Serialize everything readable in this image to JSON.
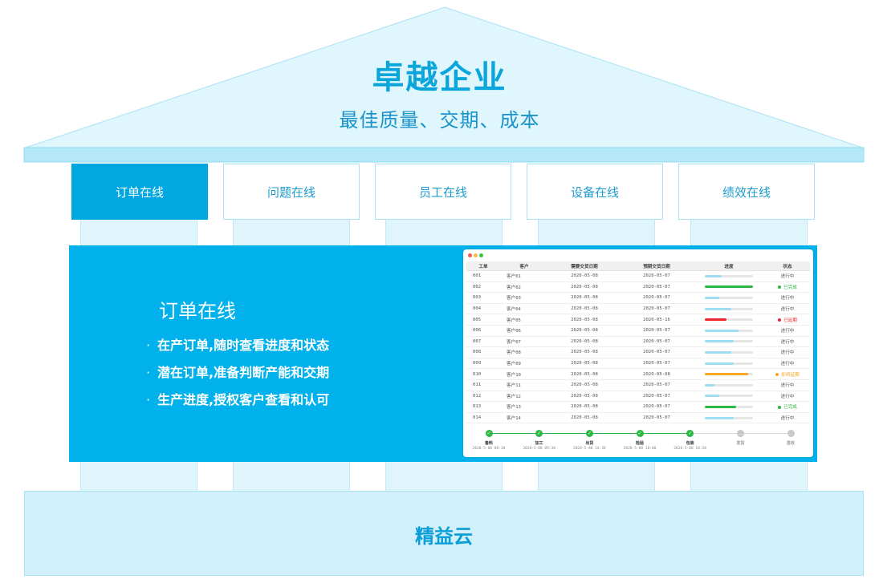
{
  "roof": {
    "title": "卓越企业",
    "subtitle": "最佳质量、交期、成本"
  },
  "tabs": [
    {
      "label": "订单在线",
      "active": true
    },
    {
      "label": "问题在线",
      "active": false
    },
    {
      "label": "员工在线",
      "active": false
    },
    {
      "label": "设备在线",
      "active": false
    },
    {
      "label": "绩效在线",
      "active": false
    }
  ],
  "panel": {
    "title": "订单在线",
    "bullets": [
      "在产订单,随时查看进度和状态",
      "潜在订单,准备判断产能和交期",
      "生产进度,授权客户查看和认可"
    ]
  },
  "window": {
    "columns": [
      "工单",
      "客户",
      "需要交货日期",
      "预期交货日期",
      "进度",
      "状态"
    ],
    "rows": [
      {
        "id": "001",
        "customer": "客户01",
        "required": "2020-05-08",
        "expected": "2020-05-07",
        "progress": 0.35,
        "status": "进行中",
        "status_color": ""
      },
      {
        "id": "002",
        "customer": "客户02",
        "required": "2020-05-08",
        "expected": "2020-05-07",
        "progress": 1.0,
        "status": "已完成",
        "status_color": "#2db843"
      },
      {
        "id": "003",
        "customer": "客户03",
        "required": "2020-05-08",
        "expected": "2020-05-07",
        "progress": 0.3,
        "status": "进行中",
        "status_color": ""
      },
      {
        "id": "004",
        "customer": "客户04",
        "required": "2020-05-08",
        "expected": "2020-05-07",
        "progress": 0.55,
        "status": "进行中",
        "status_color": ""
      },
      {
        "id": "005",
        "customer": "客户05",
        "required": "2020-05-08",
        "expected": "2020-05-16",
        "progress": 0.45,
        "status": "已延期",
        "status_color": "#f0242b"
      },
      {
        "id": "006",
        "customer": "客户06",
        "required": "2020-05-08",
        "expected": "2020-05-07",
        "progress": 0.7,
        "status": "进行中",
        "status_color": ""
      },
      {
        "id": "007",
        "customer": "客户07",
        "required": "2020-05-08",
        "expected": "2020-05-07",
        "progress": 0.6,
        "status": "进行中",
        "status_color": ""
      },
      {
        "id": "008",
        "customer": "客户08",
        "required": "2020-05-08",
        "expected": "2020-05-07",
        "progress": 0.55,
        "status": "进行中",
        "status_color": ""
      },
      {
        "id": "009",
        "customer": "客户09",
        "required": "2020-05-08",
        "expected": "2020-05-07",
        "progress": 0.6,
        "status": "进行中",
        "status_color": ""
      },
      {
        "id": "010",
        "customer": "客户10",
        "required": "2020-05-08",
        "expected": "2020-05-08",
        "progress": 0.9,
        "status": "即将延期",
        "status_color": "#f5a623"
      },
      {
        "id": "011",
        "customer": "客户11",
        "required": "2020-05-08",
        "expected": "2020-05-07",
        "progress": 0.2,
        "status": "进行中",
        "status_color": ""
      },
      {
        "id": "012",
        "customer": "客户12",
        "required": "2020-05-08",
        "expected": "2020-05-07",
        "progress": 0.3,
        "status": "进行中",
        "status_color": ""
      },
      {
        "id": "013",
        "customer": "客户13",
        "required": "2020-05-08",
        "expected": "2020-05-07",
        "progress": 0.65,
        "status": "已完成",
        "status_color": "#2db843"
      },
      {
        "id": "014",
        "customer": "客户14",
        "required": "2020-05-08",
        "expected": "2020-05-07",
        "progress": 0.6,
        "status": "进行中",
        "status_color": ""
      }
    ],
    "timeline": [
      {
        "label": "备料",
        "time": "2020-5-08 08:30",
        "done": true
      },
      {
        "label": "加工",
        "time": "2020-5-08 09:30",
        "done": true
      },
      {
        "label": "出货",
        "time": "2020-5-08 14:30",
        "done": true
      },
      {
        "label": "检验",
        "time": "2020-5-08 18:00",
        "done": true
      },
      {
        "label": "包装",
        "time": "2020-5-08 18:20",
        "done": true
      },
      {
        "label": "发货",
        "time": "",
        "done": false
      },
      {
        "label": "签收",
        "time": "",
        "done": false
      }
    ]
  },
  "base": {
    "label": "精益云"
  },
  "colors": {
    "accent": "#00a7e1",
    "panel": "#00b1eb",
    "roof_fill": "#e0f6fd",
    "beam": "#b4e8f8",
    "progress_blue": "#9edcf3",
    "done_green": "#2db843"
  }
}
